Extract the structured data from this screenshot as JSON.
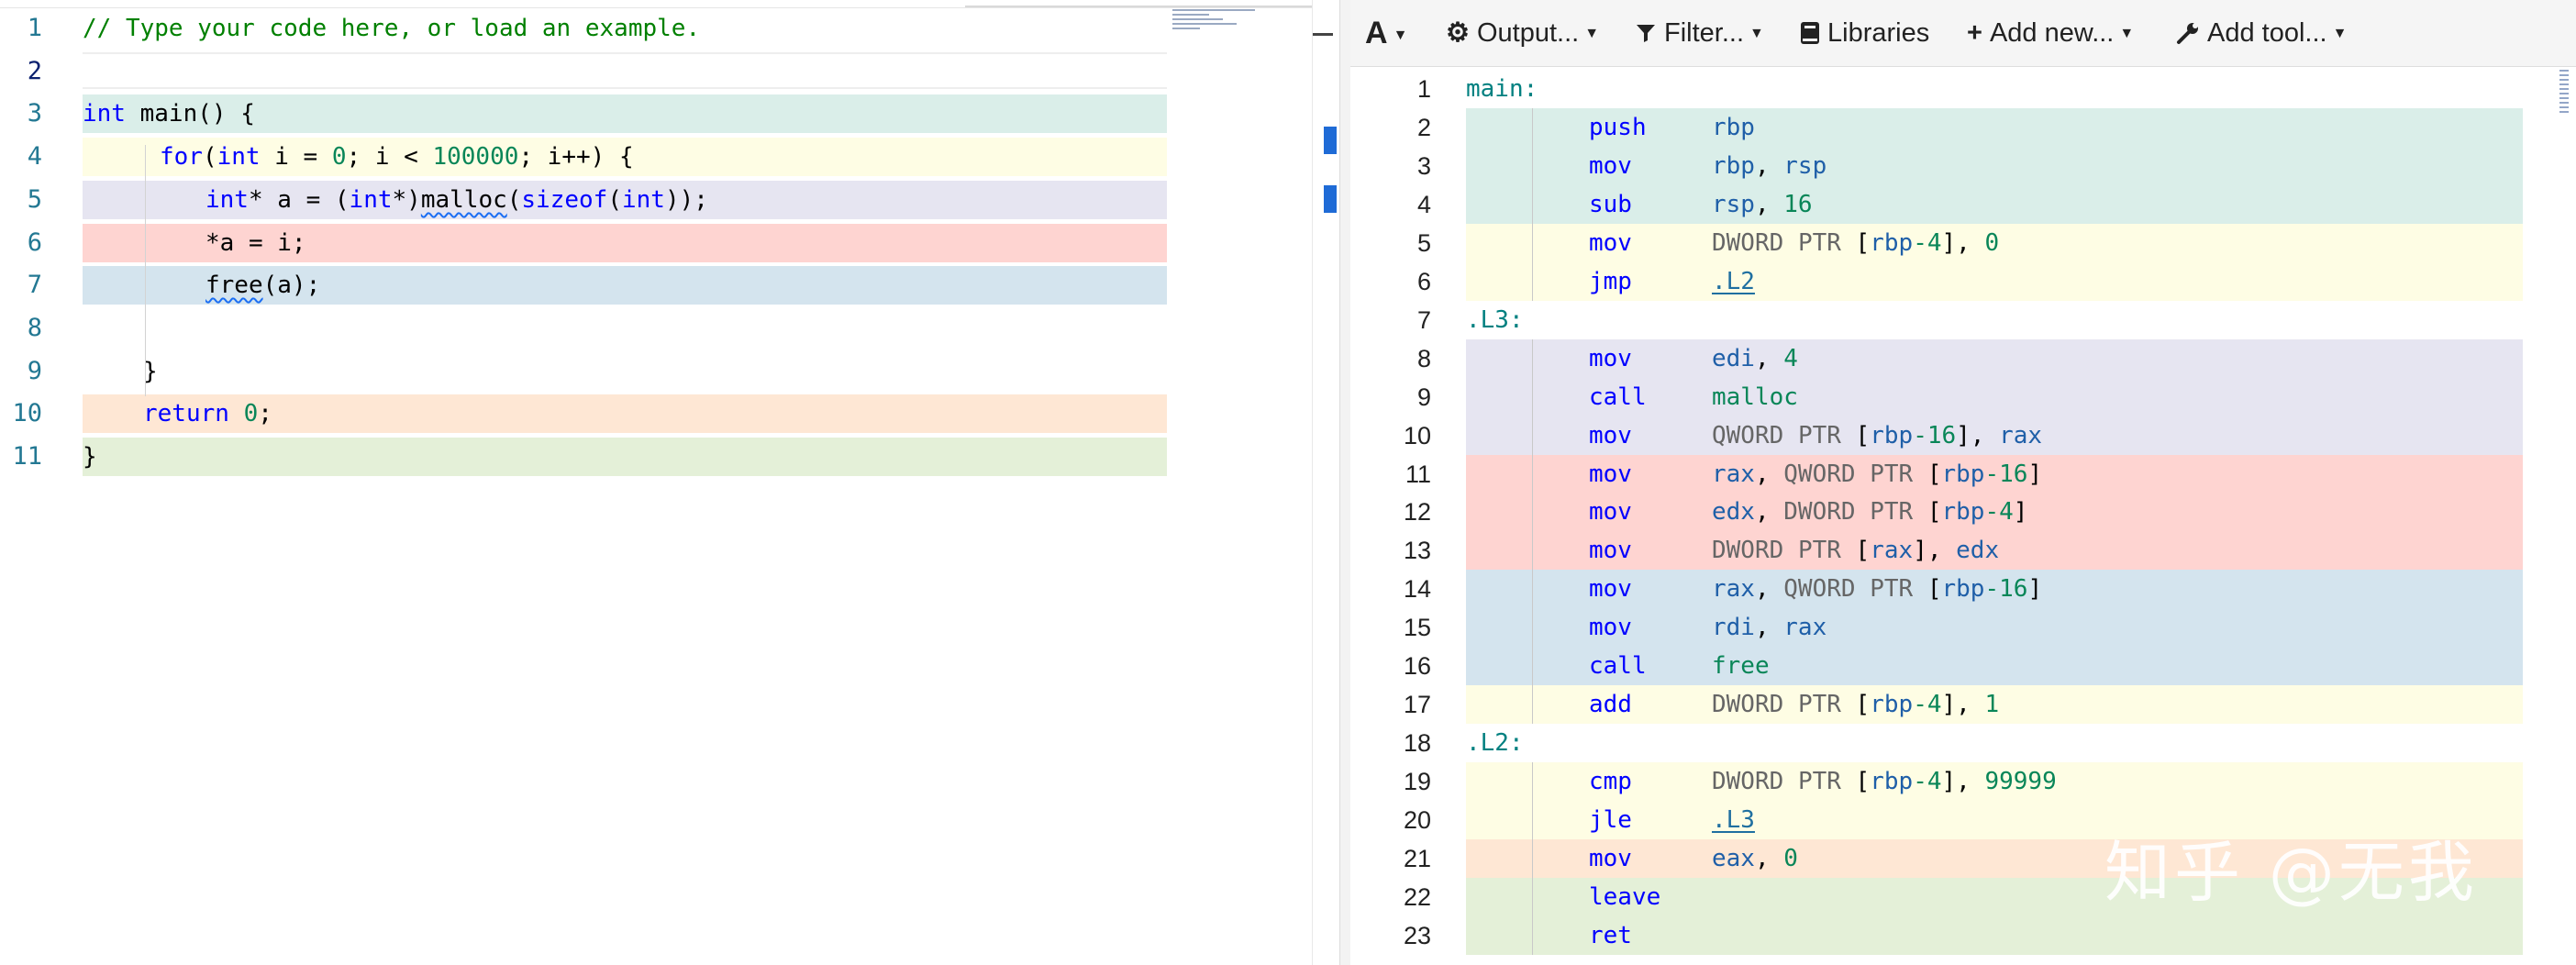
{
  "colors": {
    "band_teal": "#daeee9",
    "band_yellow": "#fefde4",
    "band_lavender": "#e6e5f1",
    "band_red": "#fed4d1",
    "band_blue": "#d4e4ee",
    "band_orange": "#fee7d4",
    "band_green": "#e4f0d8",
    "accent": "#1f6bd6"
  },
  "source": {
    "line_numbers": [
      "1",
      "2",
      "3",
      "4",
      "5",
      "6",
      "7",
      "8",
      "9",
      "10",
      "11"
    ],
    "lines": [
      {
        "indent": 0,
        "text": "// Type your code here, or load an example.",
        "band": null
      },
      {
        "indent": 0,
        "text": "",
        "band": null
      },
      {
        "indent": 0,
        "text": "int main() {",
        "band": "band_teal"
      },
      {
        "indent": 1,
        "text": "for(int i = 0; i < 100000; i++) {",
        "band": "band_yellow"
      },
      {
        "indent": 2,
        "text": "int* a = (int*)malloc(sizeof(int));",
        "band": "band_lavender"
      },
      {
        "indent": 2,
        "text": "*a = i;",
        "band": "band_red"
      },
      {
        "indent": 2,
        "text": "free(a);",
        "band": "band_blue"
      },
      {
        "indent": 2,
        "text": "",
        "band": null
      },
      {
        "indent": 1,
        "text": "}",
        "band": null
      },
      {
        "indent": 1,
        "text": "return 0;",
        "band": "band_orange"
      },
      {
        "indent": 0,
        "text": "}",
        "band": "band_green"
      }
    ]
  },
  "toolbar": {
    "font_label": "A",
    "output_label": "Output...",
    "filter_label": "Filter...",
    "libraries_label": "Libraries",
    "add_new_label": "Add new...",
    "add_tool_label": "Add tool...",
    "icons": [
      "font-icon",
      "gear-icon",
      "filter-icon",
      "book-icon",
      "plus-icon",
      "wrench-icon"
    ]
  },
  "assembly": {
    "lines": [
      {
        "n": "1",
        "label": "main:",
        "band": null
      },
      {
        "n": "2",
        "op": "push",
        "args": "rbp",
        "band": "band_teal"
      },
      {
        "n": "3",
        "op": "mov",
        "args": "rbp, rsp",
        "band": "band_teal"
      },
      {
        "n": "4",
        "op": "sub",
        "args": "rsp, 16",
        "band": "band_teal"
      },
      {
        "n": "5",
        "op": "mov",
        "args": "DWORD PTR [rbp-4], 0",
        "band": "band_yellow"
      },
      {
        "n": "6",
        "op": "jmp",
        "args": ".L2",
        "band": "band_yellow"
      },
      {
        "n": "7",
        "label": ".L3:",
        "band": null
      },
      {
        "n": "8",
        "op": "mov",
        "args": "edi, 4",
        "band": "band_lavender"
      },
      {
        "n": "9",
        "op": "call",
        "args": "malloc",
        "band": "band_lavender"
      },
      {
        "n": "10",
        "op": "mov",
        "args": "QWORD PTR [rbp-16], rax",
        "band": "band_lavender"
      },
      {
        "n": "11",
        "op": "mov",
        "args": "rax, QWORD PTR [rbp-16]",
        "band": "band_red"
      },
      {
        "n": "12",
        "op": "mov",
        "args": "edx, DWORD PTR [rbp-4]",
        "band": "band_red"
      },
      {
        "n": "13",
        "op": "mov",
        "args": "DWORD PTR [rax], edx",
        "band": "band_red"
      },
      {
        "n": "14",
        "op": "mov",
        "args": "rax, QWORD PTR [rbp-16]",
        "band": "band_blue"
      },
      {
        "n": "15",
        "op": "mov",
        "args": "rdi, rax",
        "band": "band_blue"
      },
      {
        "n": "16",
        "op": "call",
        "args": "free",
        "band": "band_blue"
      },
      {
        "n": "17",
        "op": "add",
        "args": "DWORD PTR [rbp-4], 1",
        "band": "band_yellow"
      },
      {
        "n": "18",
        "label": ".L2:",
        "band": null
      },
      {
        "n": "19",
        "op": "cmp",
        "args": "DWORD PTR [rbp-4], 99999",
        "band": "band_yellow"
      },
      {
        "n": "20",
        "op": "jle",
        "args": ".L3",
        "band": "band_yellow"
      },
      {
        "n": "21",
        "op": "mov",
        "args": "eax, 0",
        "band": "band_orange"
      },
      {
        "n": "22",
        "op": "leave",
        "args": "",
        "band": "band_green"
      },
      {
        "n": "23",
        "op": "ret",
        "args": "",
        "band": "band_green"
      }
    ]
  },
  "watermark": "知乎 @无我"
}
